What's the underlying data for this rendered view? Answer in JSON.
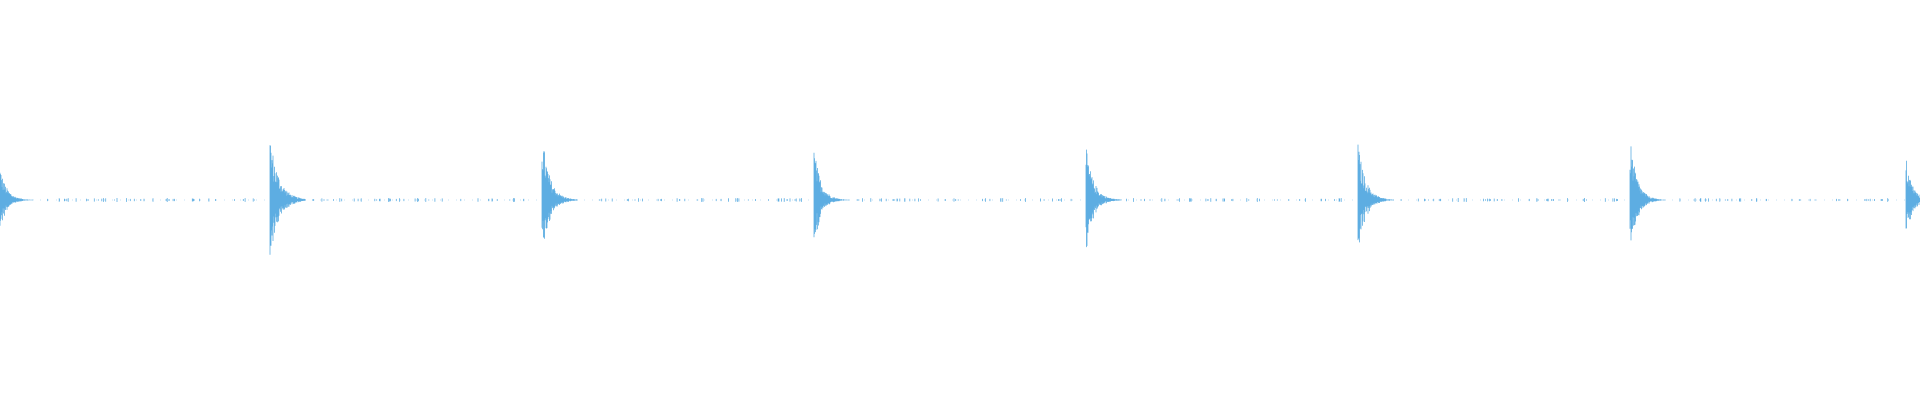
{
  "waveform": {
    "color": "#5dade2",
    "background": "#ffffff",
    "pulse_count": 8,
    "pulses": [
      {
        "index": 0,
        "peak": 0.22,
        "decay": 0.55
      },
      {
        "index": 1,
        "peak": 0.33,
        "decay": 0.7
      },
      {
        "index": 2,
        "peak": 0.34,
        "decay": 0.6
      },
      {
        "index": 3,
        "peak": 0.27,
        "decay": 0.55
      },
      {
        "index": 4,
        "peak": 0.27,
        "decay": 0.6
      },
      {
        "index": 5,
        "peak": 0.29,
        "decay": 0.6
      },
      {
        "index": 6,
        "peak": 0.32,
        "decay": 0.55
      },
      {
        "index": 7,
        "peak": 0.22,
        "decay": 0.5
      }
    ],
    "noise_level": 0.01
  }
}
